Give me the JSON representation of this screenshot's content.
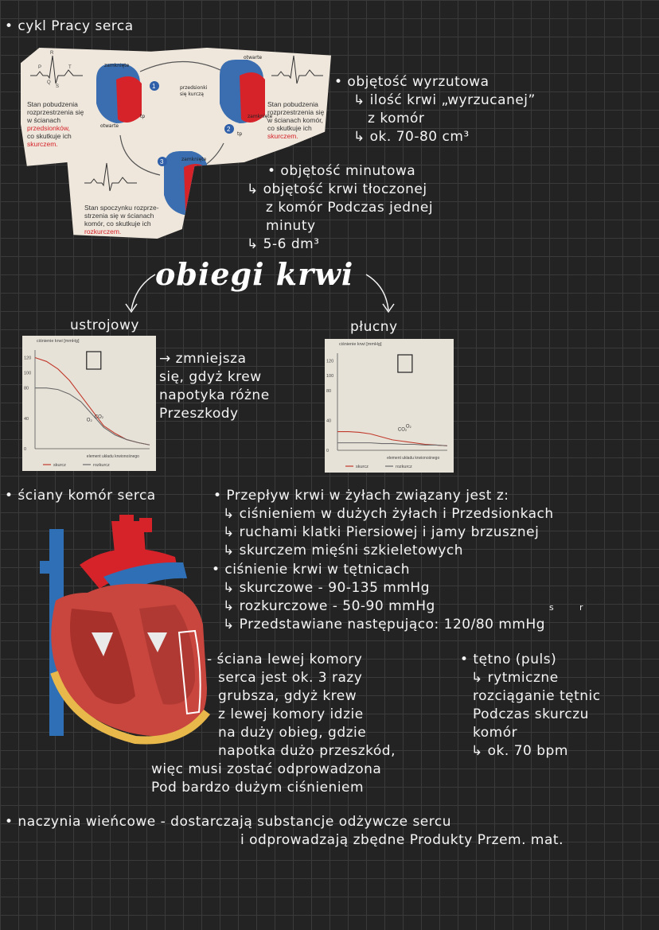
{
  "sections": {
    "heart_cycle_title": "• cykl Pracy serca",
    "volume_stroke": {
      "heading": "• objętość wyrzutowa",
      "line1": "↳ ilość krwi „wyrzucanej”",
      "line2": "z komór",
      "line3": "↳ ok. 70-80 cm³"
    },
    "volume_minute": {
      "heading": "• objętość minutowa",
      "line1": "↳ objętość krwi tłoczonej",
      "line2": "z komór Podczas jednej",
      "line3": "minuty",
      "line4": "↳ 5-6 dm³"
    },
    "circulation_title": "obiegi krwi",
    "systemic_label": "ustrojowy",
    "pulmonary_label": "płucny",
    "systemic_note": {
      "line1": "→ zmniejsza",
      "line2": "się, gdyż krew",
      "line3": "napotyka różne",
      "line4": "Przeszkody"
    },
    "ventricle_walls": "• ściany komór serca",
    "vein_flow": {
      "heading": "• Przepływ krwi w żyłach związany jest z:",
      "line1": "↳ ciśnieniem w dużych żyłach i Przedsionkach",
      "line2": "↳ ruchami klatki Piersiowej i jamy brzusznej",
      "line3": "↳ skurczem mięśni szkieletowych"
    },
    "arterial_pressure": {
      "heading": "• ciśnienie krwi w tętnicach",
      "line1": "↳ skurczowe - 90-135 mmHg",
      "line2": "↳ rozkurczowe - 50-90 mmHg",
      "line3": "↳ Przedstawiane następująco: 120/80 mmHg",
      "sup_s": "s",
      "sup_r": "r"
    },
    "left_ventricle_note": {
      "line1": "- ściana lewej komory",
      "line2": "serca jest ok. 3 razy",
      "line3": "grubsza, gdyż krew",
      "line4": "z lewej komory idzie",
      "line5": "na duży obieg, gdzie",
      "line6": "napotka dużo przeszkód,",
      "line7": "więc musi zostać odprowadzona",
      "line8": "Pod bardzo dużym ciśnieniem"
    },
    "pulse": {
      "heading": "• tętno (puls)",
      "line1": "↳ rytmiczne",
      "line2": "rozciąganie tętnic",
      "line3": "Podczas skurczu",
      "line4": "komór",
      "line5": "↳ ok. 70 bpm"
    },
    "coronary": {
      "line1": "• naczynia wieńcowe - dostarczają substancje odżywcze sercu",
      "line2": "i odprowadzają zbędne Produkty Przem. mat."
    }
  },
  "cycle_diagram": {
    "caption1": [
      "Stan pobudzenia",
      "rozprzestrzenia się",
      "w ścianach",
      "przedsionków,",
      "co skutkuje ich",
      "skurczem."
    ],
    "caption2": [
      "Stan pobudzenia",
      "rozprzestrzenia się",
      "w ścianach komór,",
      "co skutkuje ich",
      "skurczem."
    ],
    "caption3": [
      "Stan spoczynku rozprze-",
      "strzenia się w ścianach",
      "komór, co skutkuje ich",
      "rozkurczem."
    ],
    "labels": {
      "zamkniete_a": "zamknięte",
      "otwarte_a": "otwarte",
      "przedsionki": "przedsionki",
      "sie_kurcza": "się kurczą",
      "otwarte_b": "otwarte",
      "zamkniete_b": "zamknięte",
      "zamkniete_c": "zamknięte",
      "otwarte_c": "otwarte",
      "tp1": "tp",
      "tp2": "tp",
      "n1": "1",
      "n2": "2",
      "n3": "3",
      "P": "P",
      "R": "R",
      "T": "T",
      "Q": "Q",
      "S": "S"
    }
  },
  "chart_data": [
    {
      "type": "line",
      "title": "ciśnienie krwi [mmHg]",
      "ylim": [
        0,
        130
      ],
      "yticks": [
        0,
        40,
        80,
        100,
        120
      ],
      "xlabel": "element układu krwionośnego",
      "series": [
        {
          "name": "skurcz",
          "x": [
            0,
            10,
            20,
            30,
            40,
            50,
            60,
            70,
            80,
            90,
            100
          ],
          "values": [
            120,
            115,
            105,
            90,
            70,
            50,
            30,
            20,
            12,
            8,
            5
          ]
        },
        {
          "name": "rozkurcz",
          "x": [
            0,
            10,
            20,
            30,
            40,
            50,
            60,
            70,
            80,
            90,
            100
          ],
          "values": [
            80,
            80,
            78,
            72,
            62,
            45,
            28,
            18,
            12,
            8,
            5
          ]
        }
      ],
      "annotations": [
        "O₂",
        "CO₂"
      ],
      "legend": "bottom"
    },
    {
      "type": "line",
      "title": "ciśnienie krwi [mmHg]",
      "ylim": [
        0,
        130
      ],
      "yticks": [
        0,
        40,
        80,
        100,
        120
      ],
      "xlabel": "element układu krwionośnego",
      "series": [
        {
          "name": "skurcz",
          "x": [
            0,
            10,
            20,
            30,
            40,
            50,
            60,
            70,
            80,
            90,
            100
          ],
          "values": [
            25,
            25,
            24,
            22,
            18,
            14,
            12,
            10,
            8,
            7,
            6
          ]
        },
        {
          "name": "rozkurcz",
          "x": [
            0,
            10,
            20,
            30,
            40,
            50,
            60,
            70,
            80,
            90,
            100
          ],
          "values": [
            10,
            10,
            10,
            10,
            9,
            9,
            8,
            8,
            7,
            7,
            6
          ]
        }
      ],
      "annotations": [
        "CO₂",
        "O₂"
      ],
      "legend": "bottom"
    }
  ],
  "colors": {
    "background": "#232323",
    "grid": "#3a3a3a",
    "ink": "#f4f4f4",
    "paper": "#efe7dc",
    "red": "#d6232a",
    "blue": "#2e6fb5"
  }
}
